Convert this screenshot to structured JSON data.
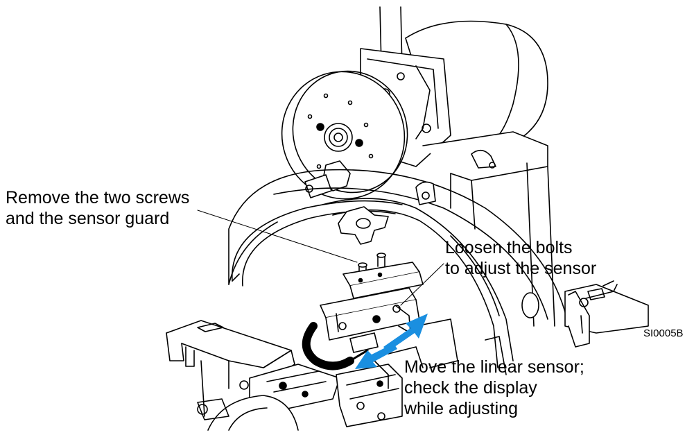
{
  "callouts": {
    "screws": [
      "Remove the two screws",
      "and the sensor guard"
    ],
    "bolts": [
      "Loosen the bolts",
      "to adjust the sensor"
    ],
    "move": [
      "Move the linear sensor;",
      "check the display",
      "while adjusting"
    ]
  },
  "figure_id": "SI0005B",
  "colors": {
    "arrow": "#1a8fe0",
    "line": "#000000",
    "background": "#ffffff"
  }
}
